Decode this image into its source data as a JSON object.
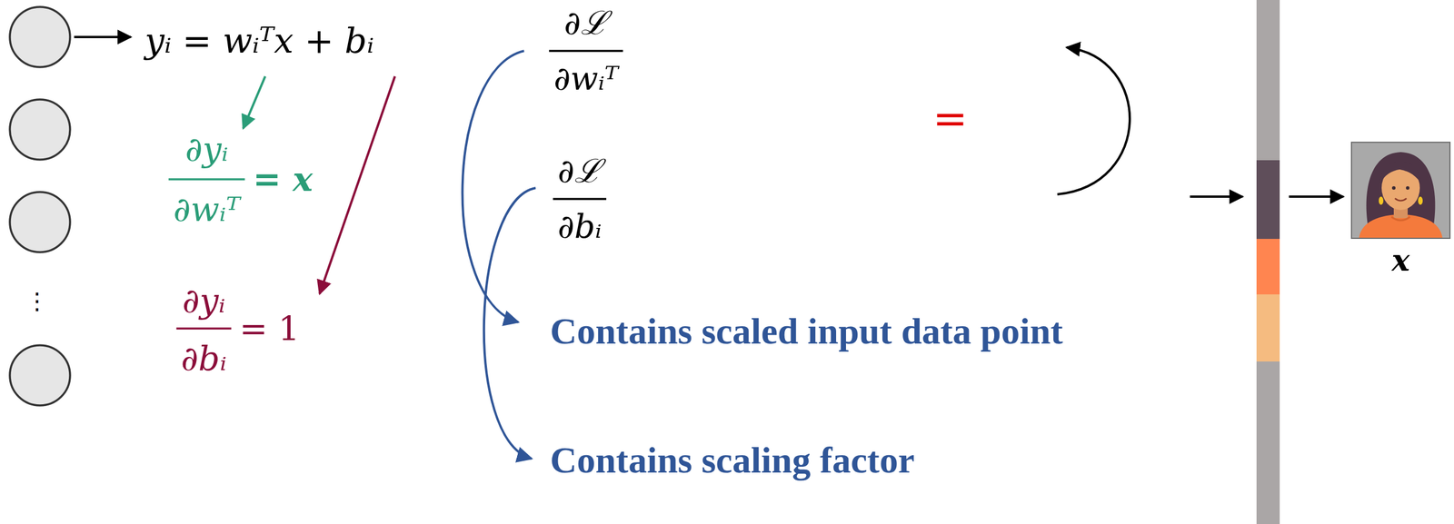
{
  "diagram": {
    "nodes": [
      {
        "text": [
          "x"
        ]
      }
    ],
    "labels": [
      "yᵢ = wᵢᵀx + bᵢ",
      "∂ℒ",
      "∂wᵢᵀ",
      "=",
      "∂yᵢ",
      "∂wᵢᵀ",
      "= x",
      "∂ℒ",
      "∂bᵢ",
      "⋮",
      "∂yᵢ",
      "∂bᵢ",
      "= 1",
      "Contains scaled input data point",
      "Contains scaling factor"
    ]
  }
}
